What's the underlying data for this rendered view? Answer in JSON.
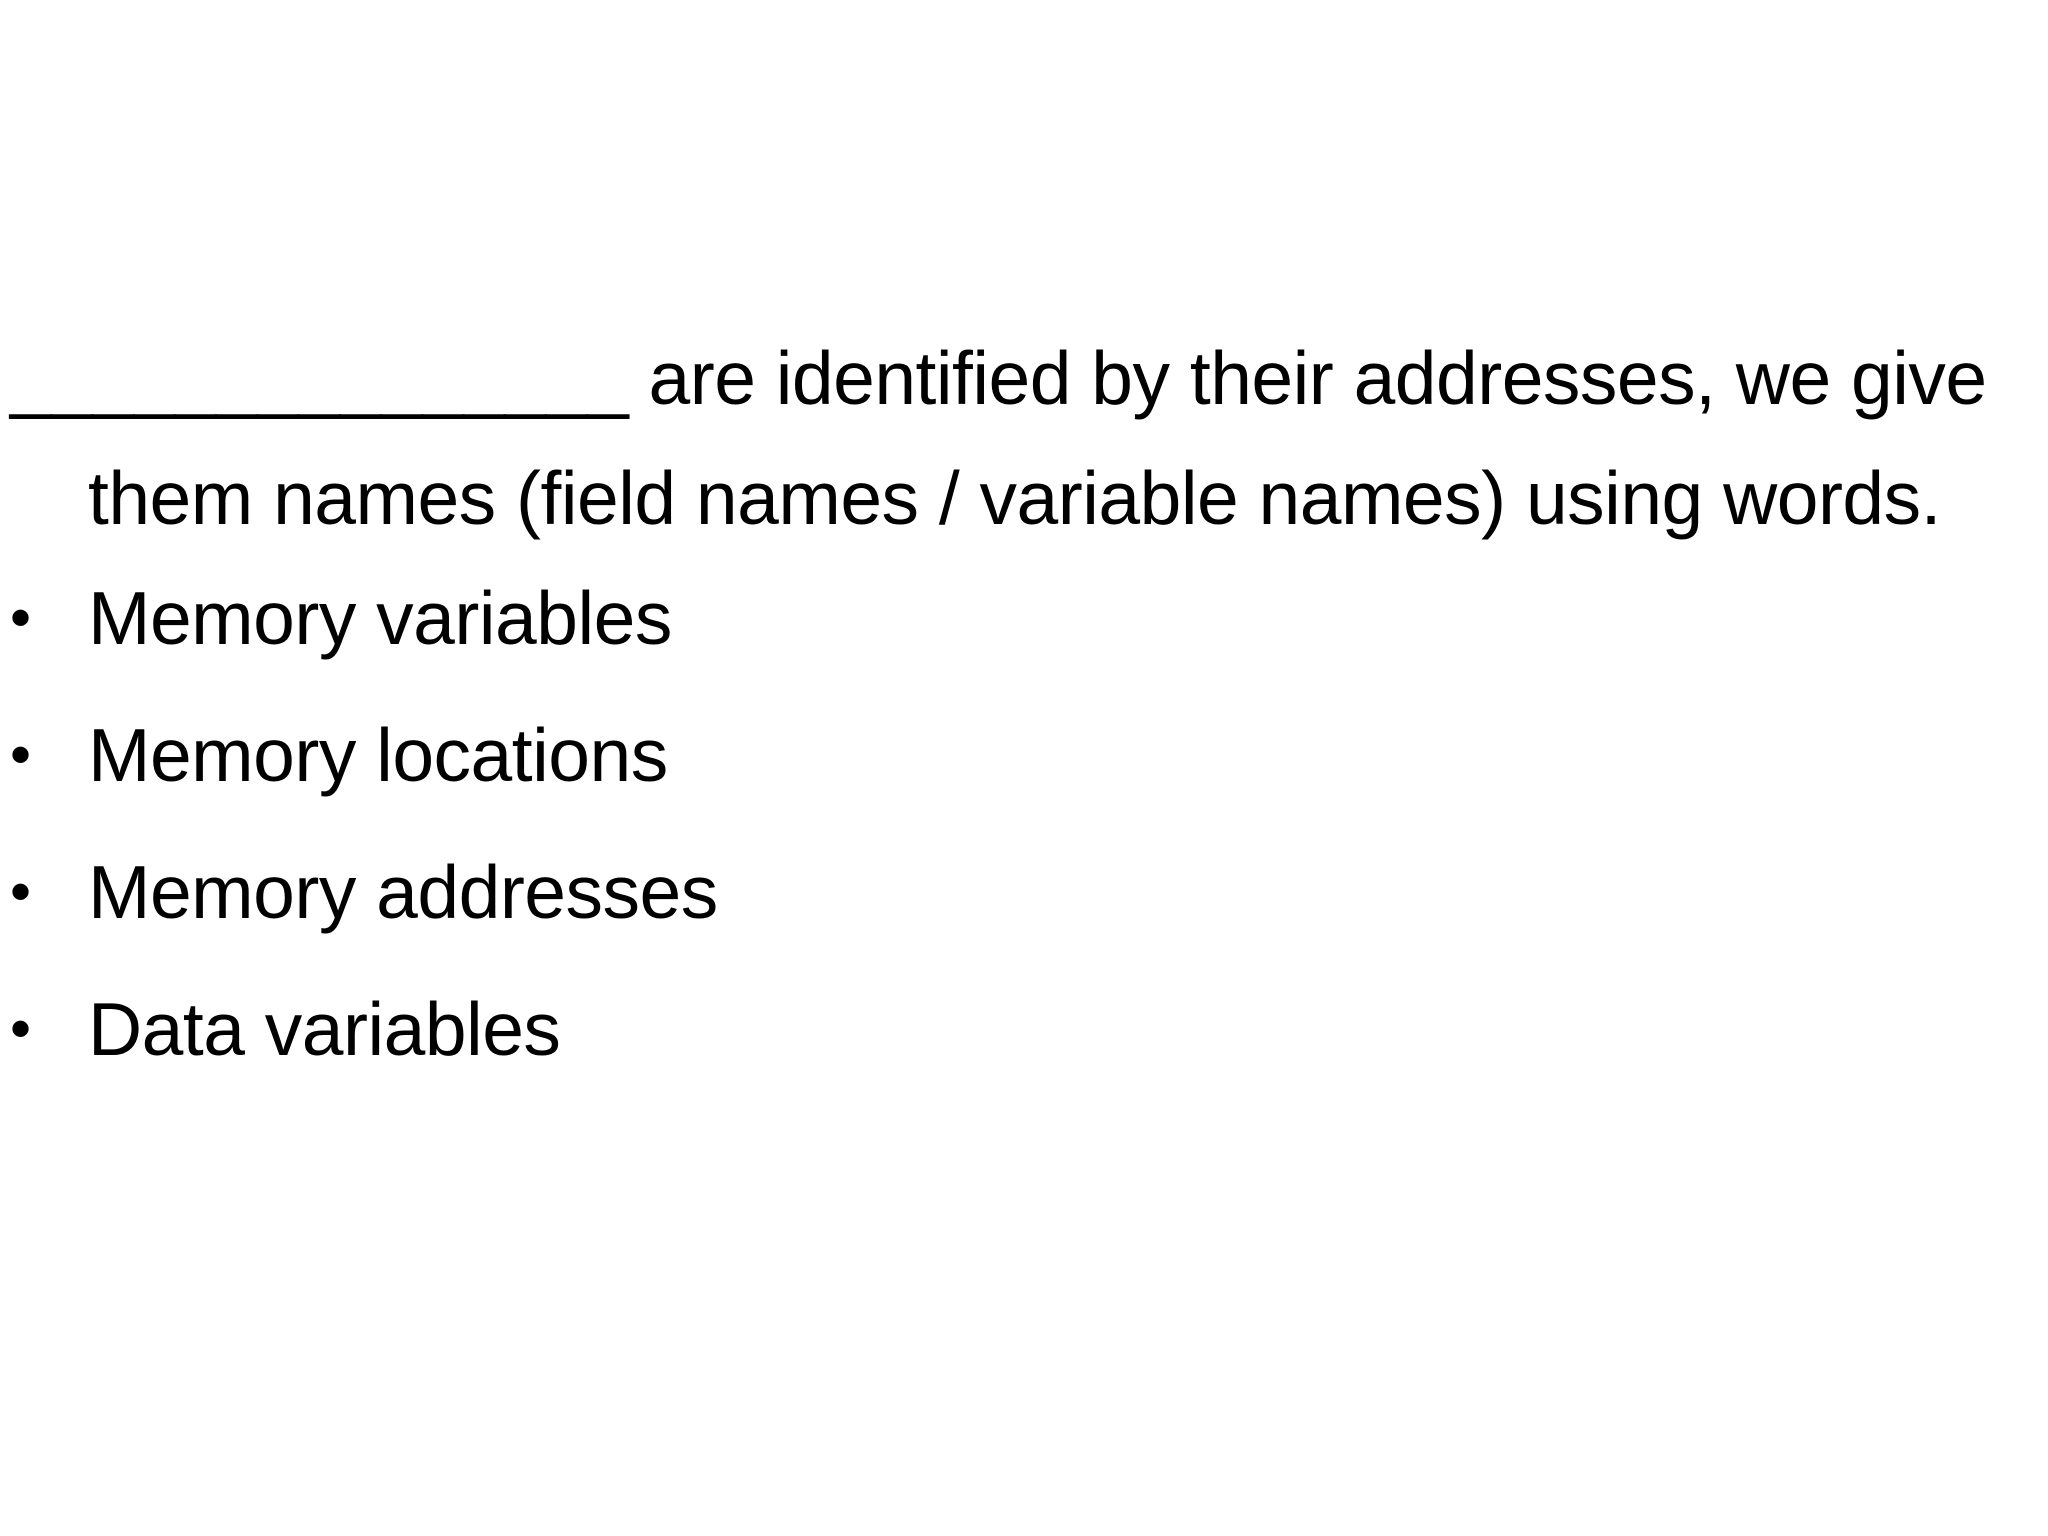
{
  "question": {
    "blank": "_______________",
    "line1_rest": " are identified by their addresses, we give",
    "line2": "them names (field names / variable names) using words."
  },
  "options": [
    {
      "bullet": "•",
      "label": "Memory variables"
    },
    {
      "bullet": "•",
      "label": "Memory locations"
    },
    {
      "bullet": "•",
      "label": "Memory addresses"
    },
    {
      "bullet": "•",
      "label": "Data variables"
    }
  ]
}
